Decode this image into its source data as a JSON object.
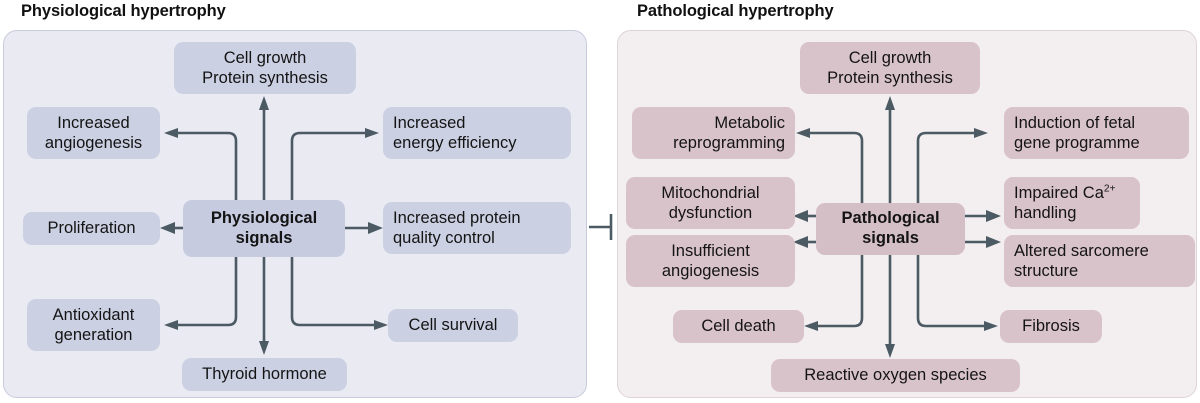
{
  "figure": {
    "type": "diagram",
    "subtype": "signalling-pathway-comparison",
    "panel_count": 2
  },
  "colors": {
    "physiological_panel_bg": "#e9eaf2",
    "physiological_panel_border": "#c9cbdd",
    "physiological_node_bg": "#ccd0e3",
    "physiological_center_bg": "#c6cbe0",
    "pathological_panel_bg": "#f3eef0",
    "pathological_panel_border": "#ded3d8",
    "pathological_node_bg": "#d9c3ca",
    "pathological_center_bg": "#d5bfc7",
    "arrow": "#4b5a63",
    "text": "#141414",
    "background": "#ffffff"
  },
  "left_panel": {
    "title": "Physiological hypertrophy",
    "center_node": "Physiological\nsignals",
    "top_node": "Cell growth\nProtein synthesis",
    "bottom_node": "Thyroid hormone",
    "left_nodes": [
      "Increased\nangiogenesis",
      "Proliferation",
      "Antioxidant\ngeneration"
    ],
    "right_nodes": [
      "Increased\nenergy efficiency",
      "Increased protein\nquality control",
      "Cell survival"
    ]
  },
  "right_panel": {
    "title": "Pathological hypertrophy",
    "center_node": "Pathological\nsignals",
    "top_node": "Cell growth\nProtein synthesis",
    "bottom_node": "Reactive oxygen species",
    "left_nodes": [
      "Metabolic\nreprogramming",
      "Mitochondrial\ndysfunction",
      "Insufficient\nangiogenesis",
      "Cell death"
    ],
    "right_nodes": [
      "Induction of fetal\ngene programme",
      "Impaired Ca2+\nhandling",
      "Altered sarcomere\nstructure",
      "Fibrosis"
    ],
    "right_node_2_prefix": "Impaired Ca",
    "right_node_2_superscript": "2+",
    "right_node_2_suffix": "handling"
  },
  "connector": {
    "name": "inhibition-connector",
    "semantics": "pathological signals inhibit physiological signals",
    "glyph": "T-bar"
  }
}
